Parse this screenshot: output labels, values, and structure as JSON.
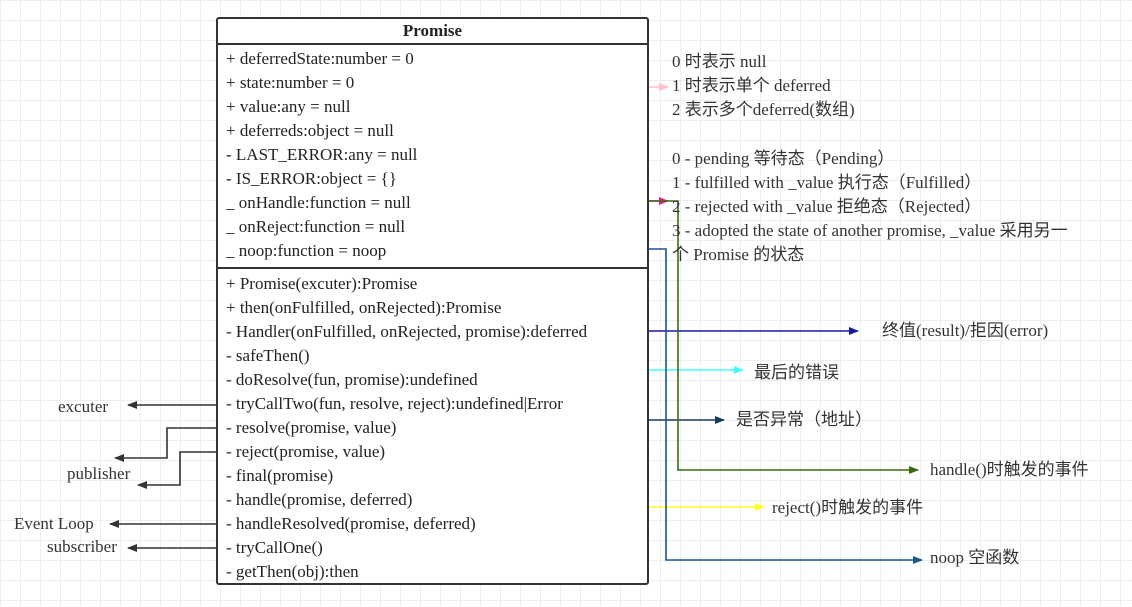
{
  "class": {
    "title": "Promise",
    "attributes": [
      "+ deferredState:number = 0",
      "+ state:number = 0",
      "+ value:any = null",
      "+ deferreds:object = null",
      "- LAST_ERROR:any = null",
      "- IS_ERROR:object = {}",
      "_ onHandle:function = null",
      "_ onReject:function = null",
      "_ noop:function = noop"
    ],
    "methods": [
      "+ Promise(excuter):Promise",
      "+ then(onFulfilled, onRejected):Promise",
      "- Handler(onFulfilled, onRejected, promise):deferred",
      "- safeThen()",
      "- doResolve(fun, promise):undefined",
      "- tryCallTwo(fun, resolve, reject):undefined|Error",
      "- resolve(promise, value)",
      "- reject(promise, value)",
      "- final(promise)",
      "- handle(promise, deferred)",
      "- handleResolved(promise, deferred)",
      "- tryCallOne()",
      "- getThen(obj):then"
    ]
  },
  "notes": {
    "deferred_state": [
      "0 时表示 null",
      "1 时表示单个 deferred",
      "2 表示多个deferred(数组)"
    ],
    "state": [
      "0 - pending 等待态（Pending）",
      "1 - fulfilled with _value 执行态（Fulfilled）",
      "2 - rejected with _value 拒绝态（Rejected）",
      "3 - adopted the state of another promise, _value 采用另一",
      "个 Promise 的状态"
    ],
    "value": "终值(result)/拒因(error)",
    "last_error": "最后的错误",
    "is_error": "是否异常（地址）",
    "on_handle": "handle()时触发的事件",
    "on_reject": "reject()时触发的事件",
    "noop": "noop 空函数"
  },
  "external": {
    "excuter": "excuter",
    "publisher": "publisher",
    "event_loop": "Event Loop",
    "subscriber": "subscriber"
  },
  "colors": {
    "deferred_state": "#ffc0cb",
    "state": "#e0208a",
    "value": "#1a1aa0",
    "last_error": "#44ffff",
    "is_error": "#1a3a5a",
    "on_handle": "#3a6a10",
    "on_reject": "#ffff22",
    "noop": "#1a5590",
    "external": "#333333"
  }
}
